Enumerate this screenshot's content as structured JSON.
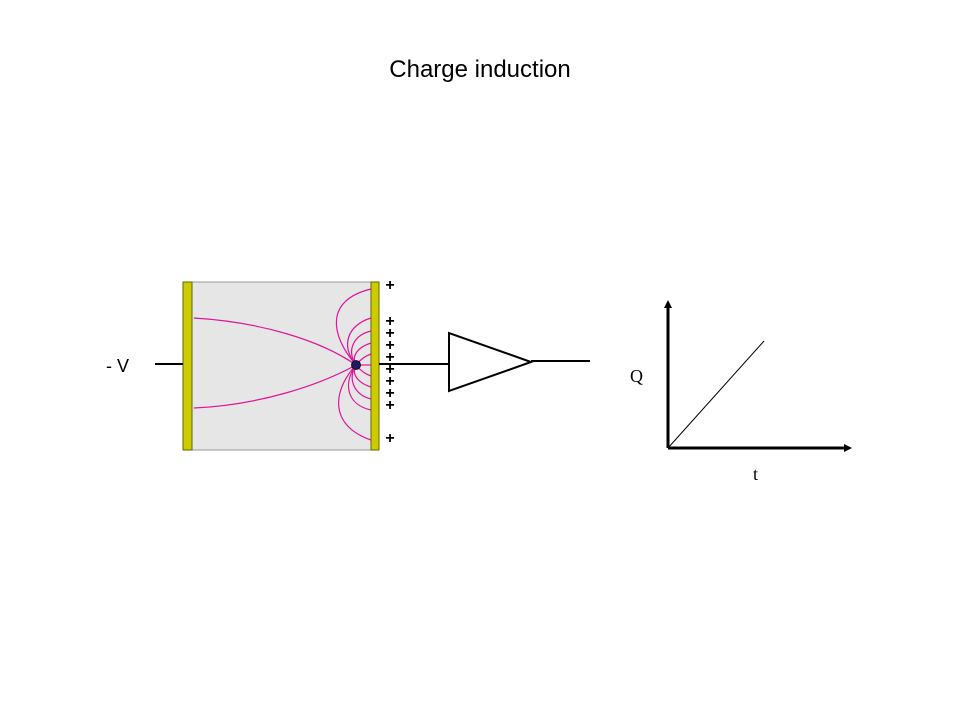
{
  "title": "Charge induction",
  "labels": {
    "voltage": "- V",
    "plus_sign": "+",
    "graph_y": "Q",
    "graph_x": "t"
  },
  "colors": {
    "detector_fill": "#e6e6e6",
    "electrode": "#cccc00",
    "electrode_edge": "#666600",
    "field_line": "#e0149a",
    "charge": "#1a1a66",
    "line": "#000000"
  }
}
